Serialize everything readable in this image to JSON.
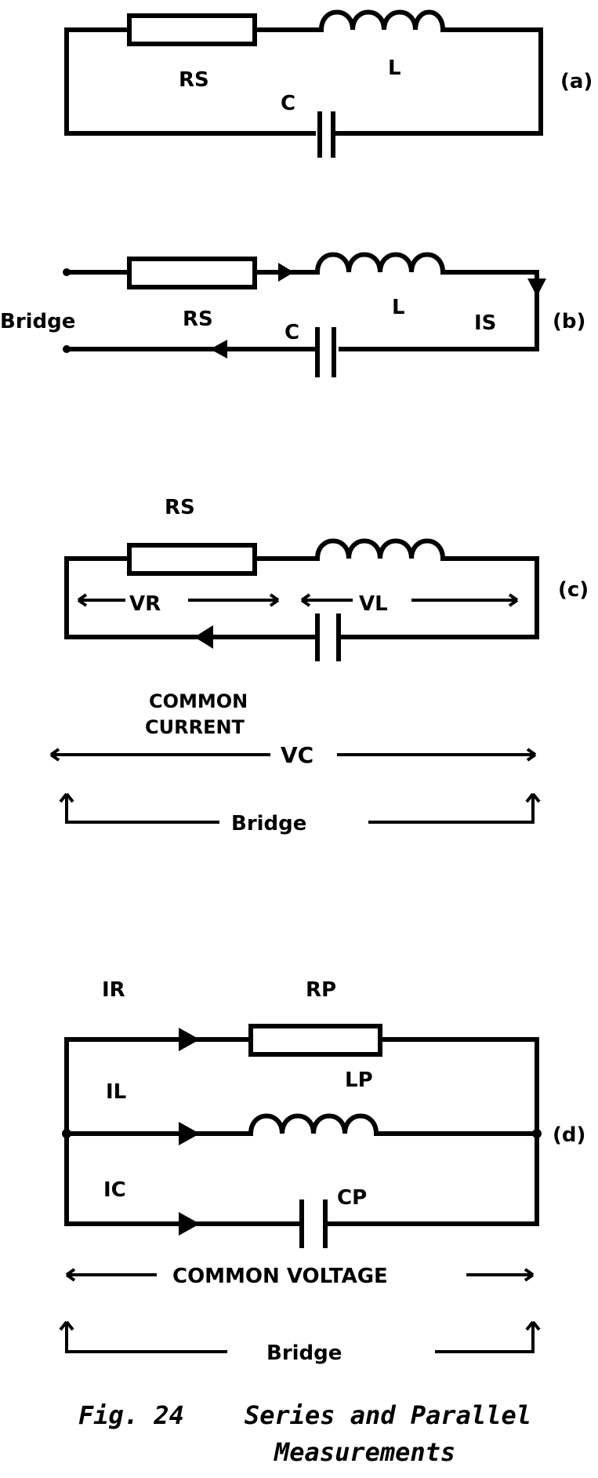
{
  "labels": {
    "a": {
      "tag": "(a)",
      "rs": "RS",
      "l": "L",
      "c": "C"
    },
    "b": {
      "tag": "(b)",
      "bridge": "Bridge",
      "rs": "RS",
      "l": "L",
      "c": "C",
      "is": "IS"
    },
    "c": {
      "tag": "(c)",
      "rs": "RS",
      "vr": "VR",
      "vl": "VL",
      "common1": "COMMON",
      "common2": "CURRENT",
      "vc": "VC",
      "bridge": "Bridge"
    },
    "d": {
      "tag": "(d)",
      "ir": "IR",
      "rp": "RP",
      "il": "IL",
      "lp": "LP",
      "ic": "IC",
      "cp": "CP",
      "common_voltage": "COMMON VOLTAGE",
      "bridge": "Bridge"
    }
  },
  "caption": {
    "line1": "Fig. 24    Series and Parallel",
    "line2": "Measurements"
  }
}
